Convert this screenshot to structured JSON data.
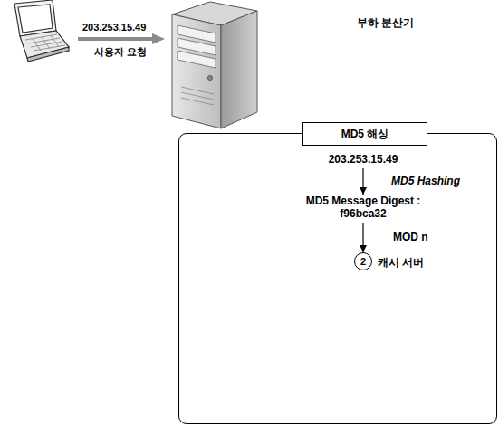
{
  "diagram": {
    "nodes": [
      {
        "text": [
          "MD5 해싱"
        ]
      },
      {
        "text": [
          "203.253.15.49"
        ],
        "in": 0
      },
      {
        "text": [
          "MD5 Message Digest : f96bca32"
        ],
        "in": 0
      },
      {
        "text": [
          "2",
          "캐시 서버"
        ],
        "in": 0
      }
    ],
    "edges": [
      {
        "from": 1,
        "to": 2,
        "arrow": "to",
        "label": "MD5 Hashing"
      },
      {
        "from": 2,
        "to": 3,
        "arrow": "to",
        "label": "MOD n"
      }
    ],
    "labels": [
      "203.253.15.49",
      "사용자 요청",
      "부하 분산기"
    ]
  }
}
